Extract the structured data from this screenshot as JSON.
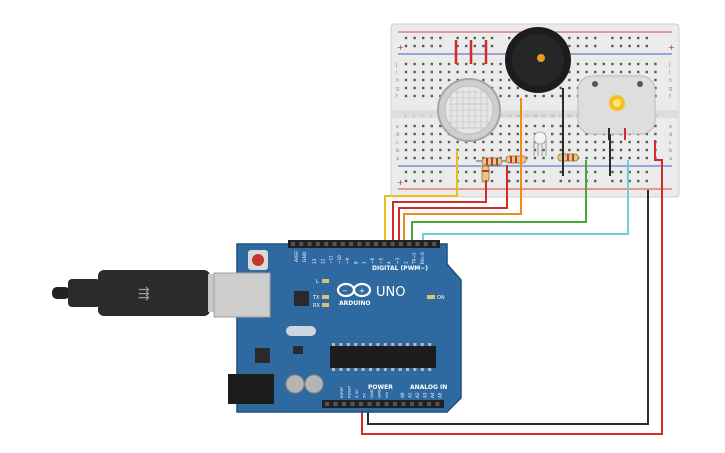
{
  "board": {
    "brand": "ARDUINO",
    "model": "UNO",
    "digital_label": "DIGITAL (PWM~)",
    "analog_label": "ANALOG IN",
    "power_label": "POWER",
    "on_label": "ON",
    "tx_label": "TX",
    "rx_label": "RX",
    "l_label": "L",
    "aref_label": "AREF",
    "gnd_label": "GND",
    "digital_pins": [
      "13",
      "12",
      "~11",
      "~10",
      "~9",
      "8",
      "7",
      "~6",
      "~5",
      "4",
      "~3",
      "2",
      "TX→1",
      "RX←0"
    ],
    "power_pins": [
      "IOREF",
      "RESET",
      "3.3V",
      "5V",
      "GND",
      "GND",
      "Vin"
    ],
    "analog_pins": [
      "A0",
      "A1",
      "A2",
      "A3",
      "A4",
      "A5"
    ]
  },
  "breadboard": {
    "row_letters_top": [
      "j",
      "i",
      "h",
      "g",
      "f"
    ],
    "row_letters_bottom": [
      "e",
      "d",
      "c",
      "b",
      "a"
    ],
    "rail_plus": "+",
    "rail_minus": "-",
    "column_numbers": [
      "1",
      "2",
      "3",
      "4",
      "5",
      "6",
      "7",
      "8",
      "9",
      "10",
      "11",
      "12",
      "13",
      "14",
      "15",
      "16",
      "17",
      "18",
      "19",
      "20",
      "21",
      "22",
      "23",
      "24",
      "25",
      "26",
      "27",
      "28",
      "29",
      "30"
    ]
  },
  "components": {
    "gas_sensor": "gas-sensor",
    "buzzer": "piezo-buzzer",
    "motor": "dc-motor",
    "rgb_led": "rgb-led",
    "resistor": "resistor",
    "usb_cable": "usb-cable"
  },
  "colors": {
    "board": "#2e6aa0",
    "board_dark": "#1f4f7a",
    "header": "#222222",
    "wire_red": "#d42a2a",
    "wire_black": "#2b2b2b",
    "wire_yellow": "#e8c21a",
    "wire_orange": "#e8901a",
    "wire_green": "#4aa83a",
    "wire_cyan": "#6fcfd8",
    "breadboard": "#ececec",
    "rail_red": "#e04040",
    "rail_blue": "#4060c0"
  }
}
